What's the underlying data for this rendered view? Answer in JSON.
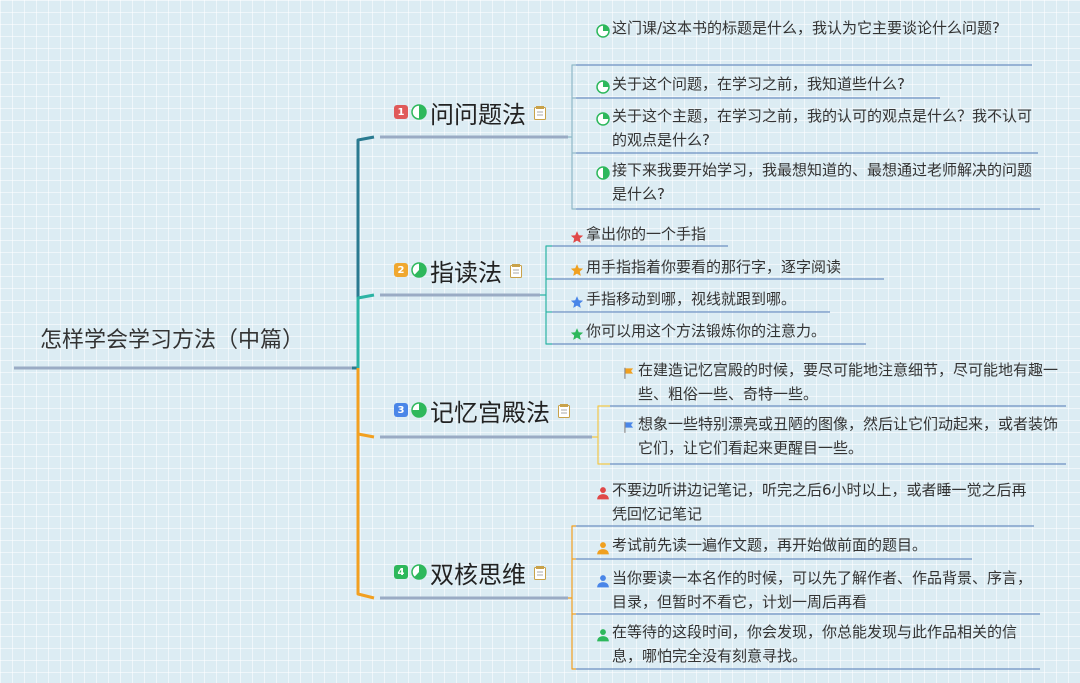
{
  "root": {
    "title": "怎样学会学习方法（中篇）"
  },
  "branches": [
    {
      "number": "1",
      "label": "问问题法",
      "color": "#e05a5a",
      "line": "#2a7a90",
      "progress": 0.5,
      "items": [
        {
          "text": "这门课/这本书的标题是什么，我认为它主要谈论什么问题?",
          "icon": "progress-quarter-icon"
        },
        {
          "text": "关于这个问题，在学习之前，我知道些什么?",
          "icon": "progress-quarter-icon"
        },
        {
          "text": "关于这个主题，在学习之前，我的认可的观点是什么？我不认可的观点是什么?",
          "icon": "progress-quarter-icon"
        },
        {
          "text": "接下来我要开始学习，我最想知道的、最想通过老师解决的问题是什么?",
          "icon": "progress-half-icon"
        }
      ]
    },
    {
      "number": "2",
      "label": "指读法",
      "color": "#f0a830",
      "line": "#2bb3a4",
      "progress": 0.62,
      "items": [
        {
          "text": "拿出你的一个手指",
          "icon": "star-icon",
          "icon_color": "#e04848"
        },
        {
          "text": "用手指指着你要看的那行字，逐字阅读",
          "icon": "star-icon",
          "icon_color": "#f0a020"
        },
        {
          "text": "手指移动到哪，视线就跟到哪。",
          "icon": "star-icon",
          "icon_color": "#4a86e8"
        },
        {
          "text": "你可以用这个方法锻炼你的注意力。",
          "icon": "star-icon",
          "icon_color": "#2eb85c"
        }
      ]
    },
    {
      "number": "3",
      "label": "记忆宫殿法",
      "color": "#4a86e8",
      "line": "#f2a020",
      "progress": 0.75,
      "items": [
        {
          "text": "在建造记忆宫殿的时候，要尽可能地注意细节，尽可能地有趣一些、粗俗一些、奇特一些。",
          "icon": "flag-icon",
          "icon_color": "#f0a020"
        },
        {
          "text": "想象一些特别漂亮或丑陋的图像，然后让它们动起来，或者装饰它们，让它们看起来更醒目一些。",
          "icon": "flag-icon",
          "icon_color": "#4a86e8"
        }
      ]
    },
    {
      "number": "4",
      "label": "双核思维",
      "color": "#2eb85c",
      "line": "#f2a020",
      "progress": 0.62,
      "items": [
        {
          "text": "不要边听讲边记笔记，听完之后6小时以上，或者睡一觉之后再凭回忆记笔记",
          "icon": "person-icon",
          "icon_color": "#e04848"
        },
        {
          "text": "考试前先读一遍作文题，再开始做前面的题目。",
          "icon": "person-icon",
          "icon_color": "#f0a020"
        },
        {
          "text": "当你要读一本名作的时候，可以先了解作者、作品背景、序言，目录，但暂时不看它，计划一周后再看",
          "icon": "person-icon",
          "icon_color": "#4a86e8"
        },
        {
          "text": "在等待的这段时间，你会发现，你总能发现与此作品相关的信息，哪怕完全没有刻意寻找。",
          "icon": "person-icon",
          "icon_color": "#2eb85c"
        }
      ]
    }
  ]
}
